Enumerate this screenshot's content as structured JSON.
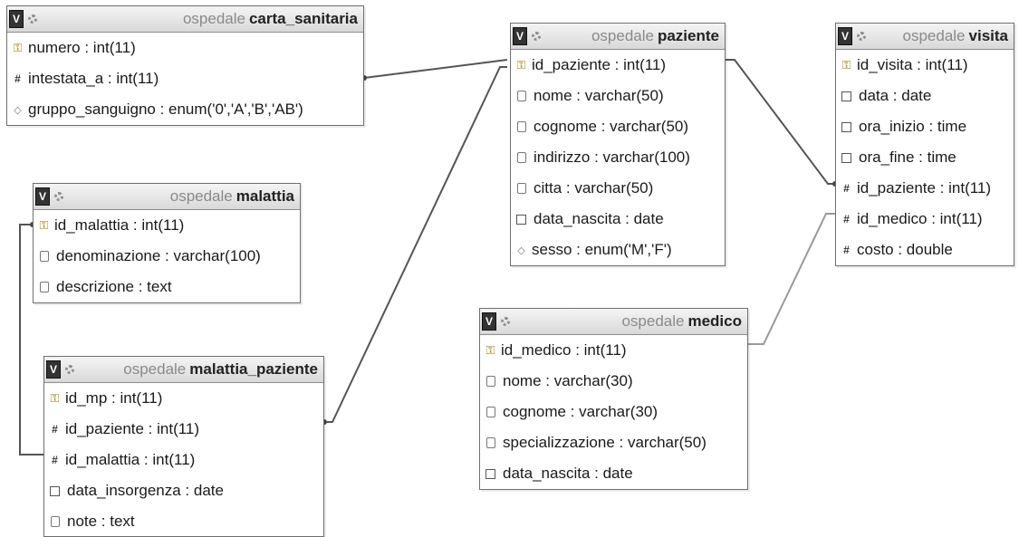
{
  "diagram": {
    "tables": {
      "carta_sanitaria": {
        "db": "ospedale",
        "name": "carta_sanitaria",
        "fields": [
          {
            "icon": "key-icon",
            "text": "numero : int(11)"
          },
          {
            "icon": "number-icon",
            "text": "intestata_a : int(11)"
          },
          {
            "icon": "enum-icon",
            "text": "gruppo_sanguigno : enum('0','A','B','AB')"
          }
        ]
      },
      "paziente": {
        "db": "ospedale",
        "name": "paziente",
        "fields": [
          {
            "icon": "key-icon",
            "text": "id_paziente : int(11)"
          },
          {
            "icon": "text-icon",
            "text": "nome : varchar(50)"
          },
          {
            "icon": "text-icon",
            "text": "cognome : varchar(50)"
          },
          {
            "icon": "text-icon",
            "text": "indirizzo : varchar(100)"
          },
          {
            "icon": "text-icon",
            "text": "citta : varchar(50)"
          },
          {
            "icon": "date-icon",
            "text": "data_nascita : date"
          },
          {
            "icon": "enum-icon",
            "text": "sesso : enum('M','F')"
          }
        ]
      },
      "visita": {
        "db": "ospedale",
        "name": "visita",
        "fields": [
          {
            "icon": "key-icon",
            "text": "id_visita : int(11)"
          },
          {
            "icon": "date-icon",
            "text": "data : date"
          },
          {
            "icon": "date-icon",
            "text": "ora_inizio : time"
          },
          {
            "icon": "date-icon",
            "text": "ora_fine : time"
          },
          {
            "icon": "number-icon",
            "text": "id_paziente : int(11)"
          },
          {
            "icon": "number-icon",
            "text": "id_medico : int(11)"
          },
          {
            "icon": "number-icon",
            "text": "costo : double"
          }
        ]
      },
      "malattia": {
        "db": "ospedale",
        "name": "malattia",
        "fields": [
          {
            "icon": "key-icon",
            "text": "id_malattia : int(11)"
          },
          {
            "icon": "text-icon",
            "text": "denominazione : varchar(100)"
          },
          {
            "icon": "text-icon",
            "text": "descrizione : text"
          }
        ]
      },
      "malattia_paziente": {
        "db": "ospedale",
        "name": "malattia_paziente",
        "fields": [
          {
            "icon": "key-icon",
            "text": "id_mp : int(11)"
          },
          {
            "icon": "number-icon",
            "text": "id_paziente : int(11)"
          },
          {
            "icon": "number-icon",
            "text": "id_malattia : int(11)"
          },
          {
            "icon": "date-icon",
            "text": "data_insorgenza : date"
          },
          {
            "icon": "text-icon",
            "text": "note : text"
          }
        ]
      },
      "medico": {
        "db": "ospedale",
        "name": "medico",
        "fields": [
          {
            "icon": "key-icon",
            "text": "id_medico : int(11)"
          },
          {
            "icon": "text-icon",
            "text": "nome : varchar(30)"
          },
          {
            "icon": "text-icon",
            "text": "cognome : varchar(30)"
          },
          {
            "icon": "text-icon",
            "text": "specializzazione : varchar(50)"
          },
          {
            "icon": "date-icon",
            "text": "data_nascita : date"
          }
        ]
      }
    },
    "colors": {
      "link": "#555555",
      "header_db": "#8a8a8a",
      "key": "#9a7a00"
    }
  }
}
